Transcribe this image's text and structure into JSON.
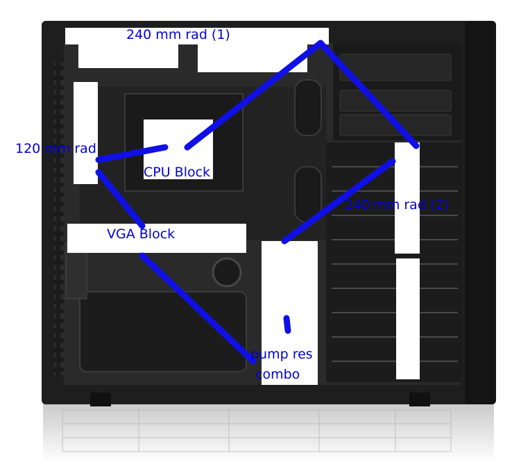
{
  "labels": {
    "rad_240_top": "240 mm rad (1)",
    "rad_120": "120 mm rad",
    "cpu_block": "CPU Block",
    "vga_block": "VGA Block",
    "rad_240_front": "240 mm rad (2)",
    "pump_res_line1": "pump res",
    "pump_res_line2": "combo"
  },
  "colors": {
    "annotation_text": "#0000d8",
    "tube_line": "#1010e6",
    "case_body": "#1e1e1e",
    "case_panel": "#2a2a2a",
    "case_edge": "#0c0c0c",
    "label_pad": "#ffffff"
  }
}
